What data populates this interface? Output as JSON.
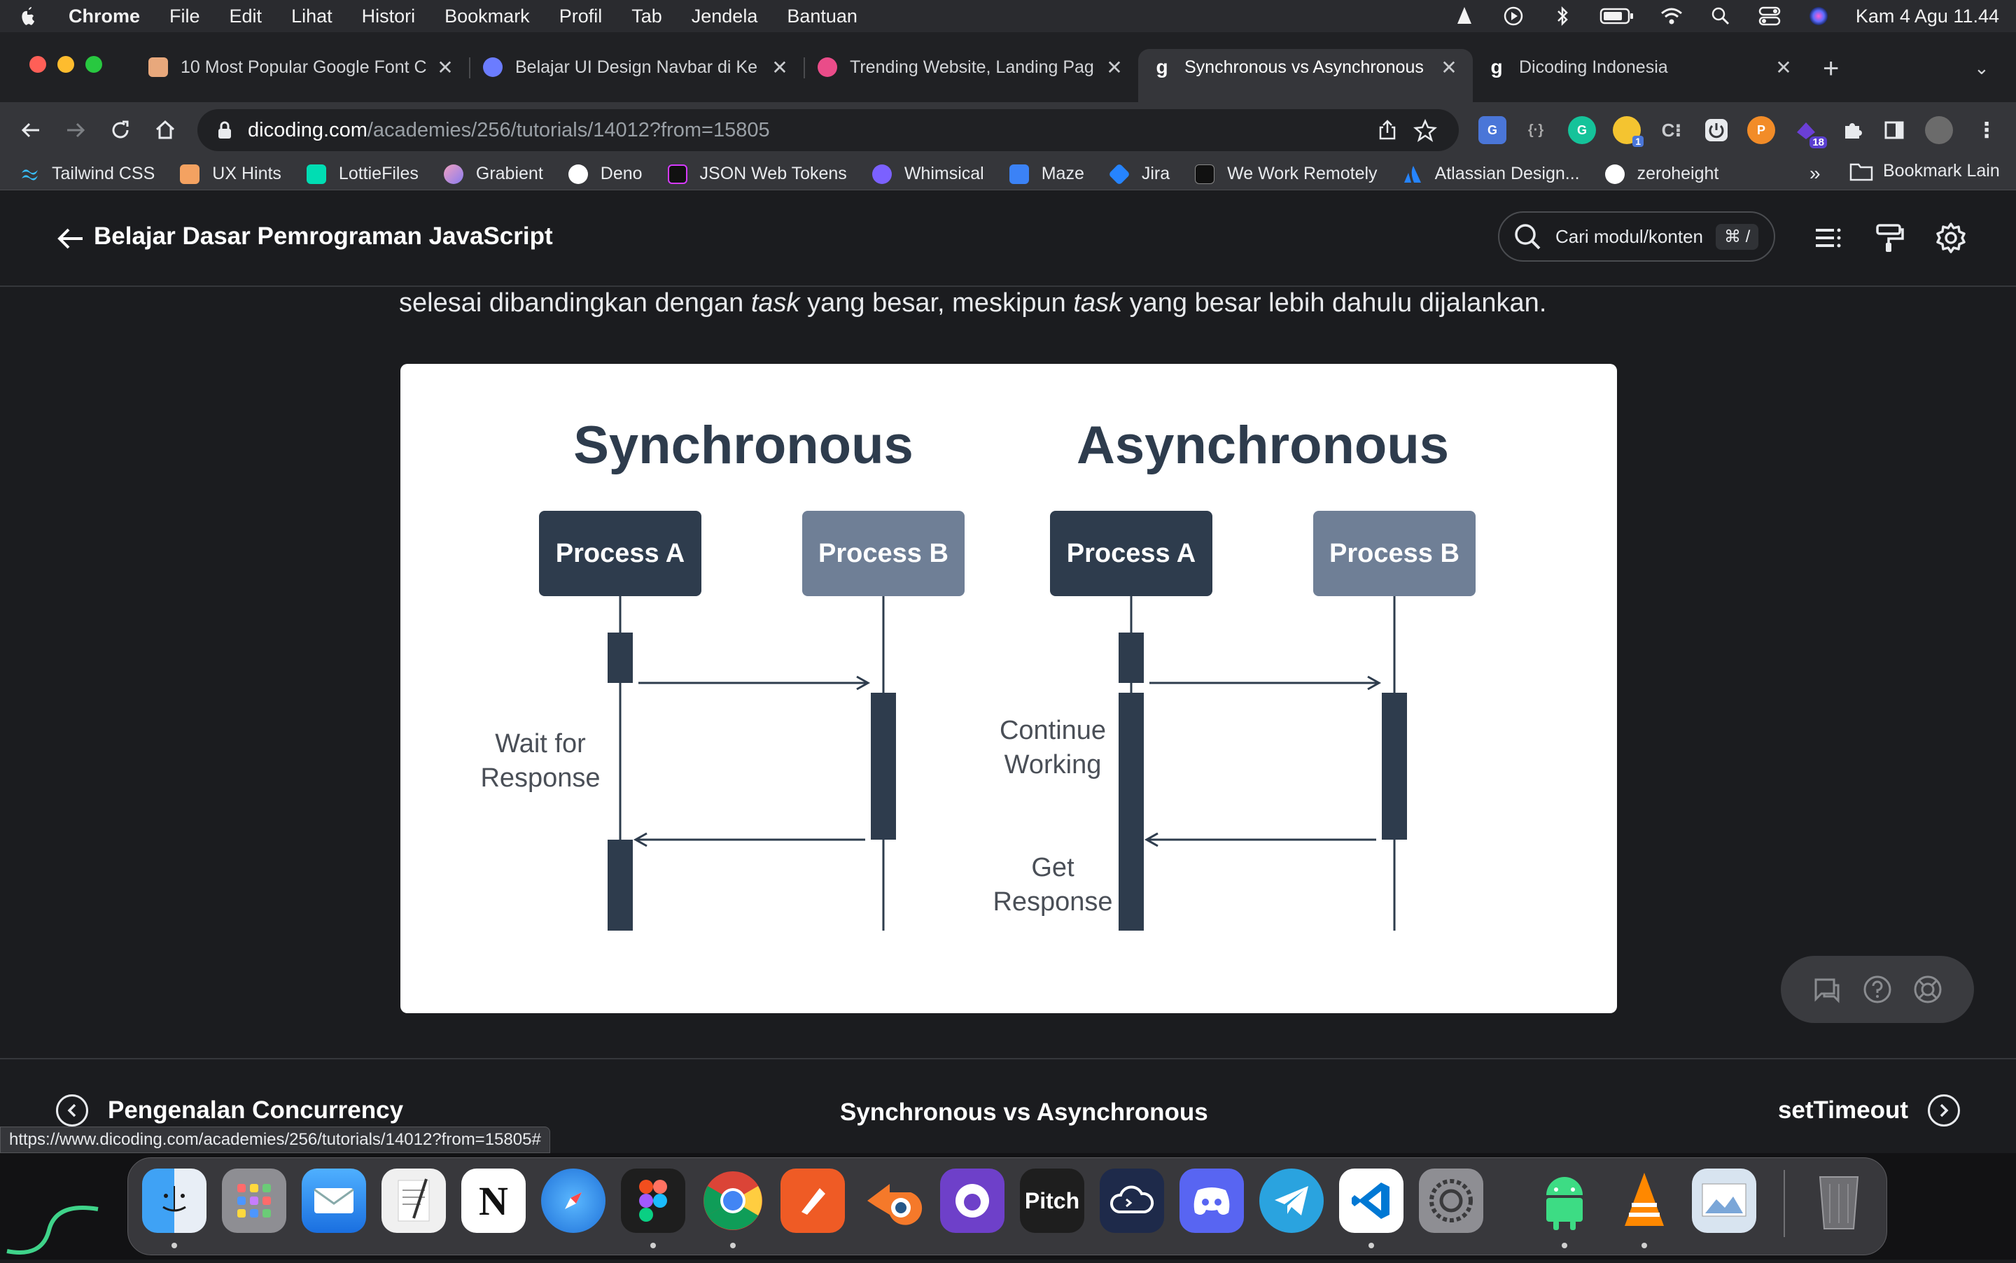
{
  "menubar": {
    "app": "Chrome",
    "items": [
      "File",
      "Edit",
      "Lihat",
      "Histori",
      "Bookmark",
      "Profil",
      "Tab",
      "Jendela",
      "Bantuan"
    ],
    "clock": "Kam 4 Agu  11.44"
  },
  "tabs": [
    {
      "title": "10 Most Popular Google Font C",
      "color": "#e8a87c"
    },
    {
      "title": "Belajar UI Design Navbar di Ke",
      "color": "#6b7cff"
    },
    {
      "title": "Trending Website, Landing Pag",
      "color": "#ea4c89"
    },
    {
      "title": "Synchronous vs Asynchronous",
      "color": "#2d3e50",
      "active": true
    },
    {
      "title": "Dicoding Indonesia",
      "color": "#2d3e50"
    }
  ],
  "omnibox": {
    "host": "dicoding.com",
    "path": "/academies/256/tutorials/14012?from=15805"
  },
  "extensions": {
    "badge_1": "1",
    "badge_18": "18"
  },
  "bookmarks": [
    {
      "label": "Tailwind CSS",
      "color": "#38bdf8"
    },
    {
      "label": "UX Hints",
      "color": "#f4a261"
    },
    {
      "label": "LottieFiles",
      "color": "#00ddb3"
    },
    {
      "label": "Grabient",
      "color": "#c084fc"
    },
    {
      "label": "Deno",
      "color": "#ffffff"
    },
    {
      "label": "JSON Web Tokens",
      "color": "#d63aff"
    },
    {
      "label": "Whimsical",
      "color": "#7b61ff"
    },
    {
      "label": "Maze",
      "color": "#3b82f6"
    },
    {
      "label": "Jira",
      "color": "#2684ff"
    },
    {
      "label": "We Work Remotely",
      "color": "#111111"
    },
    {
      "label": "Atlassian Design...",
      "color": "#2684ff"
    },
    {
      "label": "zeroheight",
      "color": "#f26b6b"
    }
  ],
  "bookmarks_more": "»",
  "bookmark_folder": "Bookmark Lain",
  "header": {
    "course_title": "Belajar Dasar Pemrograman JavaScript",
    "search_placeholder": "Cari modul/konten",
    "search_shortcut": "⌘ /"
  },
  "article": {
    "line_part1": "selesai dibandingkan dengan ",
    "line_em1": "task",
    "line_part2": " yang besar, meskipun ",
    "line_em2": "task",
    "line_part3": " yang besar lebih dahulu dijalankan."
  },
  "figure": {
    "sync_title": "Synchronous",
    "async_title": "Asynchronous",
    "process_a": "Process A",
    "process_b": "Process B",
    "wait_line1": "Wait for",
    "wait_line2": "Response",
    "continue_line1": "Continue",
    "continue_line2": "Working",
    "get_line1": "Get",
    "get_line2": "Response",
    "dark_color": "#2e3c4d",
    "light_color": "#6f7f96"
  },
  "bottom_nav": {
    "prev": "Pengenalan Concurrency",
    "current": "Synchronous vs Asynchronous",
    "next": "setTimeout"
  },
  "status_url": "https://www.dicoding.com/academies/256/tutorials/14012?from=15805#",
  "dock": {
    "apps": [
      {
        "name": "Finder",
        "color": "#2f8cf0"
      },
      {
        "name": "Launchpad",
        "color": "#8e8e93"
      },
      {
        "name": "Mail",
        "color": "#2f8cf0"
      },
      {
        "name": "TextEdit",
        "color": "#f0f0f0"
      },
      {
        "name": "Notion",
        "color": "#ffffff"
      },
      {
        "name": "Safari",
        "color": "#1e90ff"
      },
      {
        "name": "Figma",
        "color": "#1e1e1e"
      },
      {
        "name": "Chrome",
        "color": "#ffffff"
      },
      {
        "name": "Postman",
        "color": "#ef5b25"
      },
      {
        "name": "Blender",
        "color": "#1e1e1e"
      },
      {
        "name": "GitHub Desktop",
        "color": "#6e40c9"
      },
      {
        "name": "Pitch",
        "color": "#1e1e1e"
      },
      {
        "name": "Cloud Shell",
        "color": "#1e2a4a"
      },
      {
        "name": "Discord",
        "color": "#5865f2"
      },
      {
        "name": "Telegram",
        "color": "#2aa3df"
      },
      {
        "name": "VS Code",
        "color": "#ffffff"
      },
      {
        "name": "System Settings",
        "color": "#8e8e93"
      },
      {
        "name": "Android Studio",
        "color": "#3ddc84"
      },
      {
        "name": "VLC",
        "color": "#1e1e1e"
      },
      {
        "name": "Preview",
        "color": "#d8e4f0"
      },
      {
        "name": "Trash",
        "color": "#4a4a4e"
      }
    ],
    "pitch_label": "Pitch"
  }
}
